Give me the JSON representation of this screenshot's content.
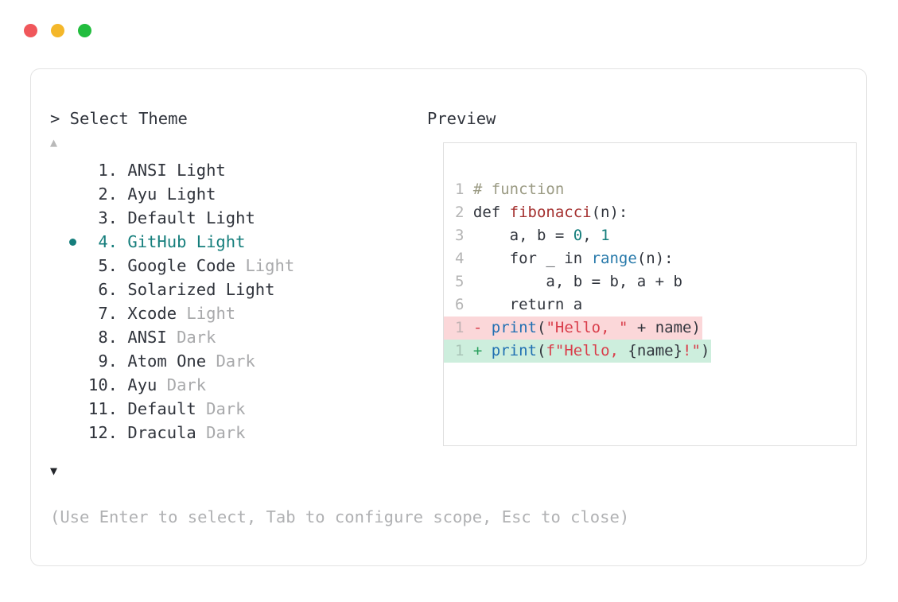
{
  "window": {
    "dots": [
      {
        "name": "close",
        "color": "#f0575b"
      },
      {
        "name": "minimize",
        "color": "#f4b72a"
      },
      {
        "name": "maximize",
        "color": "#22bd3e"
      }
    ]
  },
  "left_panel": {
    "prompt": "> Select Theme",
    "scroll_up_icon": "▲",
    "scroll_down_icon": "▼",
    "selected_index": 4,
    "selected_color": "#157e7c",
    "items": [
      {
        "index": "1.",
        "name": "ANSI Light",
        "variant": "",
        "selected": false
      },
      {
        "index": "2.",
        "name": "Ayu Light",
        "variant": "",
        "selected": false
      },
      {
        "index": "3.",
        "name": "Default Light",
        "variant": "",
        "selected": false
      },
      {
        "index": "4.",
        "name": "GitHub Light",
        "variant": "",
        "selected": true
      },
      {
        "index": "5.",
        "name": "Google Code",
        "variant": " Light",
        "selected": false
      },
      {
        "index": "6.",
        "name": "Solarized Light",
        "variant": "",
        "selected": false
      },
      {
        "index": "7.",
        "name": "Xcode",
        "variant": " Light",
        "selected": false
      },
      {
        "index": "8.",
        "name": "ANSI",
        "variant": " Dark",
        "selected": false
      },
      {
        "index": "9.",
        "name": "Atom One",
        "variant": " Dark",
        "selected": false
      },
      {
        "index": "10.",
        "name": "Ayu",
        "variant": " Dark",
        "selected": false
      },
      {
        "index": "11.",
        "name": "Default",
        "variant": " Dark",
        "selected": false
      },
      {
        "index": "12.",
        "name": "Dracula",
        "variant": " Dark",
        "selected": false
      }
    ],
    "hint": "(Use Enter to select, Tab to configure scope, Esc to close)"
  },
  "right_panel": {
    "title": "Preview",
    "code": {
      "lines": [
        {
          "num": "1",
          "tokens": [
            {
              "t": "# function",
              "c": "comment"
            }
          ]
        },
        {
          "num": "2",
          "tokens": [
            {
              "t": "def ",
              "c": "kw"
            },
            {
              "t": "fibonacci",
              "c": "fn"
            },
            {
              "t": "(n):",
              "c": "plain"
            }
          ]
        },
        {
          "num": "3",
          "tokens": [
            {
              "t": "    a, b = ",
              "c": "plain"
            },
            {
              "t": "0",
              "c": "num"
            },
            {
              "t": ", ",
              "c": "plain"
            },
            {
              "t": "1",
              "c": "num"
            }
          ]
        },
        {
          "num": "4",
          "tokens": [
            {
              "t": "    for _ in ",
              "c": "plain"
            },
            {
              "t": "range",
              "c": "builtin"
            },
            {
              "t": "(n):",
              "c": "plain"
            }
          ]
        },
        {
          "num": "5",
          "tokens": [
            {
              "t": "        a, b = b, a + b",
              "c": "plain"
            }
          ]
        },
        {
          "num": "6",
          "tokens": [
            {
              "t": "    return a",
              "c": "plain"
            }
          ]
        }
      ],
      "diff": [
        {
          "num": "1",
          "sign": "-",
          "kind": "minus",
          "background": "#fbd7d9",
          "tokens": [
            {
              "t": "print",
              "c": "call"
            },
            {
              "t": "(",
              "c": "plain"
            },
            {
              "t": "\"Hello, \"",
              "c": "str"
            },
            {
              "t": " + name)",
              "c": "plain"
            }
          ]
        },
        {
          "num": "1",
          "sign": "+",
          "kind": "plus",
          "background": "#cdeedd",
          "tokens": [
            {
              "t": "print",
              "c": "call"
            },
            {
              "t": "(",
              "c": "plain"
            },
            {
              "t": "f\"Hello, ",
              "c": "str"
            },
            {
              "t": "{name}",
              "c": "plain"
            },
            {
              "t": "!\"",
              "c": "str"
            },
            {
              "t": ")",
              "c": "plain"
            }
          ]
        }
      ]
    }
  }
}
